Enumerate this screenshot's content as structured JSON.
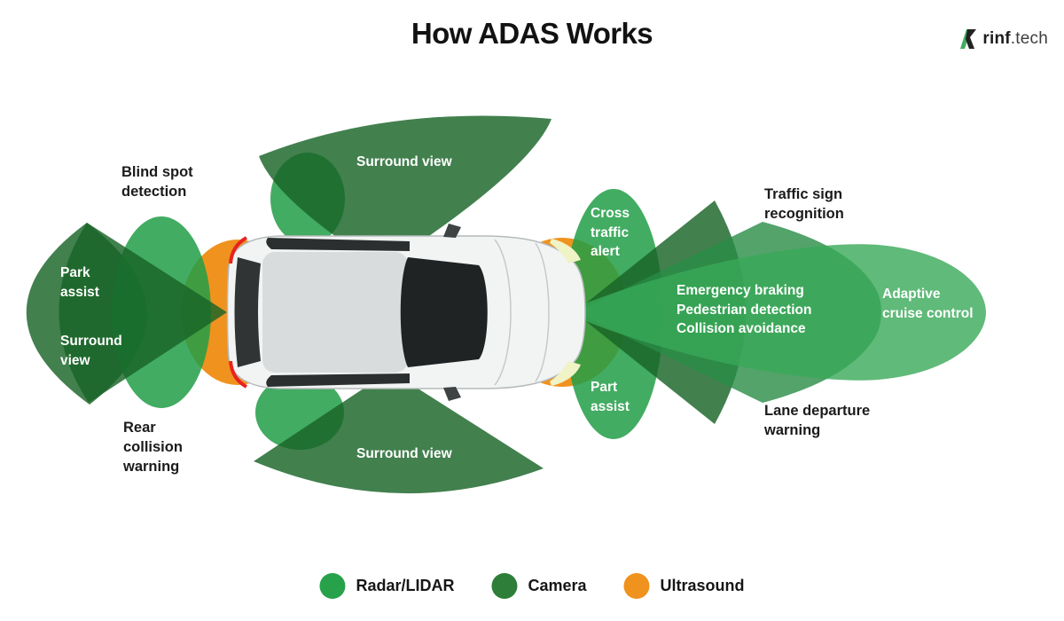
{
  "title": "How ADAS Works",
  "logo": {
    "brand_bold": "rinf",
    "brand_rest": ".tech"
  },
  "zone_labels": {
    "blind_spot": "Blind spot\ndetection",
    "park_assist": "Park\nassist",
    "surround_view_left": "Surround\nview",
    "rear_collision": "Rear\ncollision\nwarning",
    "surround_view_top": "Surround view",
    "surround_view_bottom": "Surround view",
    "cross_traffic": "Cross\ntraffic\nalert",
    "part_assist": "Part\nassist",
    "emergency_group": "Emergency braking\nPedestrian detection\nCollision avoidance",
    "adaptive_cruise": "Adaptive\ncruise control",
    "traffic_sign": "Traffic sign\nrecognition",
    "lane_departure": "Lane departure\nwarning"
  },
  "legend": {
    "items": [
      {
        "label": "Radar/LIDAR",
        "color": "#27A24B"
      },
      {
        "label": "Camera",
        "color": "#2E7D39"
      },
      {
        "label": "Ultrasound",
        "color": "#F0921E"
      }
    ]
  },
  "colors": {
    "radar_zone": "#42AC61",
    "camera_zone": "#41804E",
    "ultrasound_zone": "#F0921E"
  }
}
